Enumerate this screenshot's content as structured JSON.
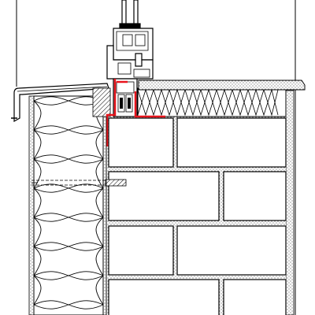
{
  "drawing": {
    "type": "architectural-section-detail",
    "components": [
      "window-frame",
      "exterior-sill-flashing",
      "interior-window-board",
      "facade-insulation",
      "masonry-wall",
      "anchor-bolt",
      "rendering-layer",
      "sealing-tape"
    ],
    "colors": {
      "line": "#000000",
      "background": "#ffffff",
      "sealing_tape": "#e8141c",
      "glass": "#ffffff"
    }
  }
}
